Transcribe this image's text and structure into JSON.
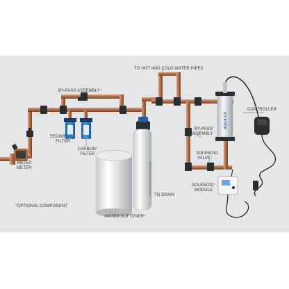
{
  "labels": {
    "water_meter_1": "WATER",
    "water_meter_2": "METER",
    "bypass_top": "BY-PASS ASSEMBLY",
    "sediment_1": "SEDIMENT",
    "sediment_2": "FILTER",
    "carbon_1": "CARBON",
    "carbon_2": "FILTER",
    "hot_cold": "TO HOT AND COLD WATER PIPES",
    "controller": "CONTROLLER",
    "bypass_right_1": "BY-PASS",
    "bypass_right_2": "ASSEMBLY",
    "solenoid_valve_1": "SOLENOID",
    "solenoid_valve_2": "VALVE",
    "solenoid_module_1": "SOLENOID",
    "solenoid_module_2": "MODULE",
    "to_drain": "TO DRAIN",
    "water_softener": "WATER SOFTENER",
    "optional": "OPTIONAL COMPONENT",
    "uv_brand": "AQUA UV",
    "star": "*"
  },
  "colors": {
    "background": "#e4e6e7",
    "copper": "#b3704a",
    "copper_light": "#d7a27f",
    "valve_dark": "#2b2e30",
    "filter_blue": "#2f7fd0",
    "accent_star": "#4a8fd6",
    "label": "#3a3a3a"
  },
  "icons": [
    "gate-valve-icon",
    "water-meter-icon",
    "uv-sterilizer-icon",
    "controller-icon",
    "solenoid-module-icon"
  ]
}
